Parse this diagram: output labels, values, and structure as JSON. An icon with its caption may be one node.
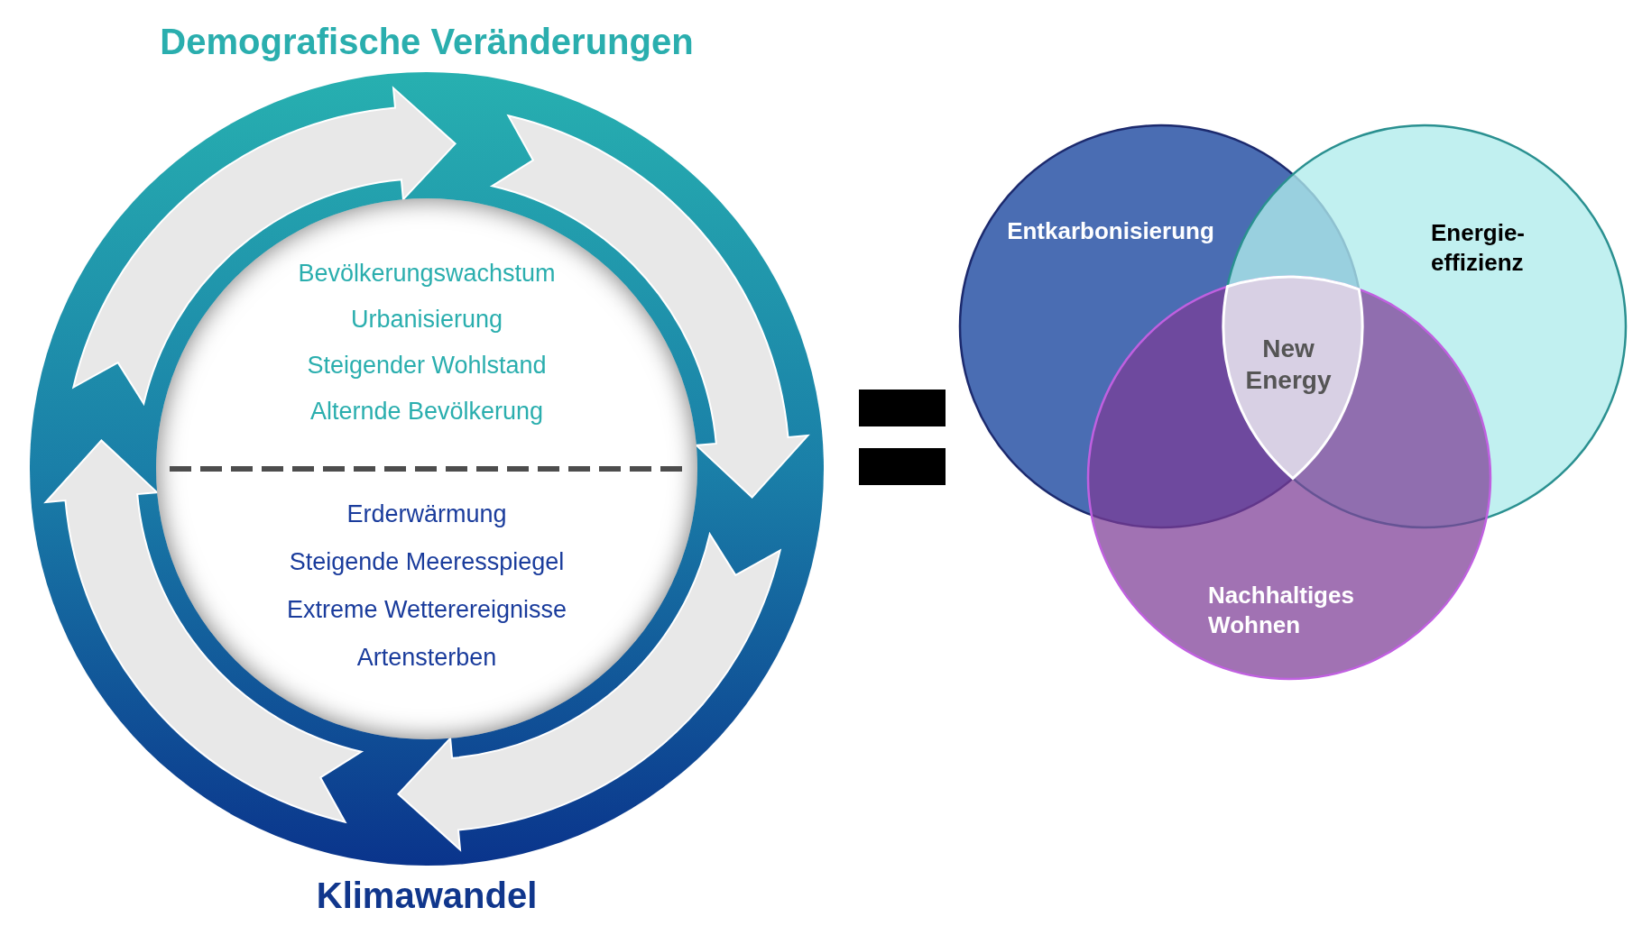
{
  "diagram": {
    "nodes": [
      {
        "text": [
          "Demografische Veränderungen",
          "Klimawandel"
        ]
      },
      {
        "text": [
          "Bevölkerungswachstum",
          "Urbanisierung",
          "Steigender Wohlstand",
          "Alternde Bevölkerung",
          "Erderwärmung",
          "Steigende Meeresspiegel",
          "Extreme Wetterereignisse",
          "Artensterben"
        ],
        "in": 0
      },
      {
        "text": [
          "Entkarbonisierung"
        ]
      },
      {
        "text": [
          "Energie-effizienz"
        ]
      },
      {
        "text": [
          "Nachhaltiges Wohnen"
        ]
      },
      {
        "text": [
          "New Energy"
        ]
      }
    ]
  }
}
